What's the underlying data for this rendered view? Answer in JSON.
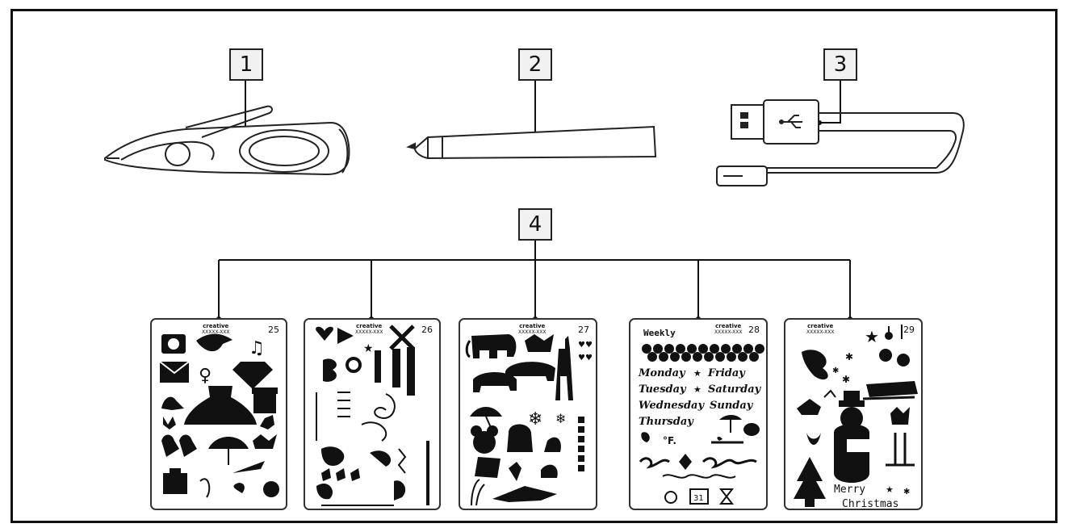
{
  "callouts": [
    "1",
    "2",
    "3",
    "4"
  ],
  "stencils": [
    {
      "number": "25",
      "brand": "creative",
      "code": "XXXXX-XXX"
    },
    {
      "number": "26",
      "brand": "creative",
      "code": "XXXXX-XXX"
    },
    {
      "number": "27",
      "brand": "creative",
      "code": "XXXXX-XXX"
    },
    {
      "number": "28",
      "brand": "creative",
      "code": "XXXXX-XXX",
      "header": "Weekly",
      "days": [
        "Monday",
        "Friday",
        "Tuesday",
        "Saturday",
        "Wednesday",
        "Sunday",
        "Thursday"
      ],
      "temp_label": "°F.",
      "calendar_label": "31"
    },
    {
      "number": "29",
      "brand": "creative",
      "code": "XXXXX-XXX",
      "greeting_line1": "Merry",
      "greeting_line2": "Christmas"
    }
  ],
  "icons": [
    "3d-pen-icon",
    "refill-pen-icon",
    "usb-cable-icon",
    "stencil-sheet-icon"
  ]
}
